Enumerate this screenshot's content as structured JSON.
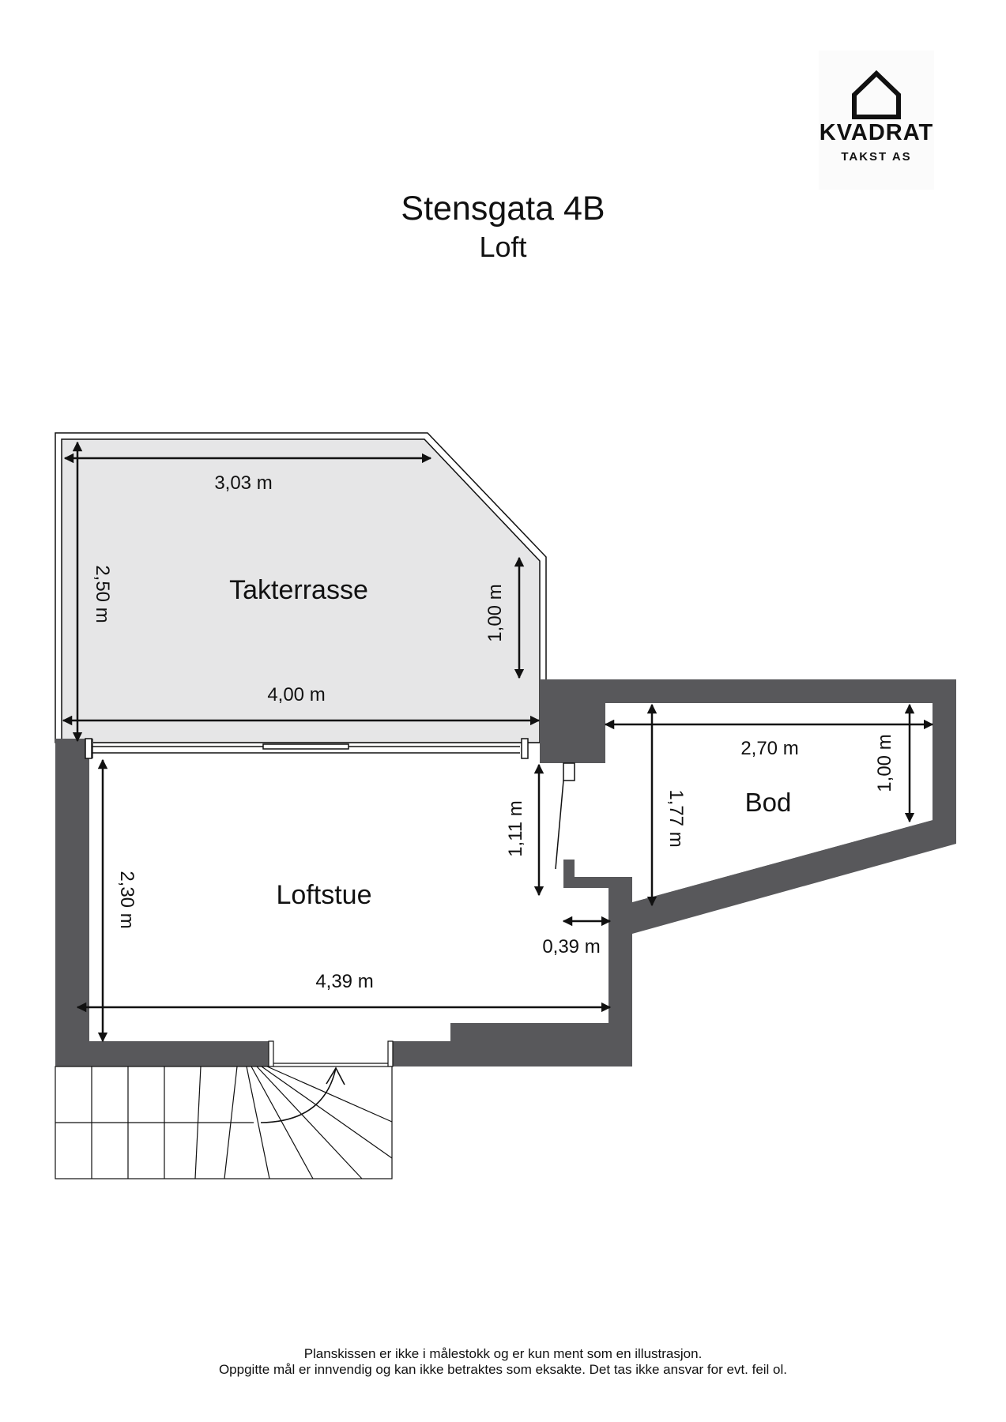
{
  "logo": {
    "name": "KVADRAT",
    "tagline": "TAKST AS",
    "icon": "house-icon"
  },
  "title": "Stensgata 4B",
  "subtitle": "Loft",
  "rooms": {
    "terrace": "Takterrasse",
    "living": "Loftstue",
    "storage": "Bod"
  },
  "dimensions": {
    "terrace_top": "3,03 m",
    "terrace_left": "2,50 m",
    "terrace_right": "1,00 m",
    "terrace_bottom": "4,00 m",
    "bod_width": "2,70 m",
    "bod_right": "1,00 m",
    "bod_height": "1,77 m",
    "living_niche": "1,11 m",
    "living_left": "2,30 m",
    "living_step": "0,39 m",
    "living_width": "4,39 m"
  },
  "disclaimer": {
    "line1": "Planskissen er ikke i målestokk og er kun ment som en illustrasjon.",
    "line2": "Oppgitte mål er innvendig og kan ikke betraktes som eksakte. Det tas ikke ansvar for evt. feil ol."
  },
  "colors": {
    "wall": "#58585b",
    "terrace_fill": "#e6e6e7",
    "line": "#111111"
  }
}
